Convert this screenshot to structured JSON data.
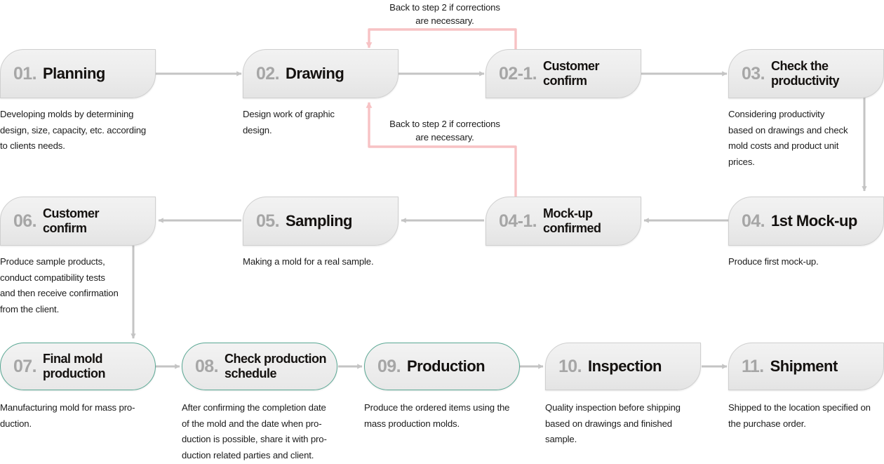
{
  "diagram": {
    "title": "Mold production process flow",
    "colors": {
      "box_fill": "#ededed",
      "box_border": "#cfcfcf",
      "accent_green": "#5aa894",
      "loop_pink": "#f7c2c4",
      "arrow_gray": "#c4c4c4",
      "number_gray": "#a6a6a6",
      "text_black": "#14110f"
    }
  },
  "steps": [
    {
      "id": "planning",
      "number": "01.",
      "title": "Planning",
      "highlighted": false,
      "desc": "Developing molds by determining\ndesign, size, capacity, etc. according\nto clients needs."
    },
    {
      "id": "drawing",
      "number": "02.",
      "title": "Drawing",
      "highlighted": false,
      "desc": "Design work of graphic\ndesign."
    },
    {
      "id": "customer-confirm-1",
      "number": "02-1.",
      "title": "Customer\nconfirm",
      "highlighted": false,
      "desc": ""
    },
    {
      "id": "check-productivity",
      "number": "03.",
      "title": "Check the\nproductivity",
      "highlighted": false,
      "desc": "Considering productivity\nbased on drawings and check\nmold costs and product unit\nprices."
    },
    {
      "id": "customer-confirm-2",
      "number": "06.",
      "title": "Customer\nconfirm",
      "highlighted": false,
      "desc": "Produce sample products,\nconduct compatibility tests\nand then receive confirmation\nfrom the client."
    },
    {
      "id": "sampling",
      "number": "05.",
      "title": "Sampling",
      "highlighted": false,
      "desc": "Making a mold for a real sample."
    },
    {
      "id": "mockup-confirmed",
      "number": "04-1.",
      "title": "Mock-up\nconfirmed",
      "highlighted": false,
      "desc": ""
    },
    {
      "id": "first-mockup",
      "number": "04.",
      "title": "1st Mock-up",
      "highlighted": false,
      "desc": "Produce first mock-up."
    },
    {
      "id": "final-mold-production",
      "number": "07.",
      "title": "Final mold\nproduction",
      "highlighted": true,
      "desc": "Manufacturing mold for mass pro-\nduction."
    },
    {
      "id": "check-production-schedule",
      "number": "08.",
      "title": "Check production\nschedule",
      "highlighted": true,
      "desc": "After confirming the completion date\nof the mold and the date when pro-\nduction is possible, share it with pro-\nduction related parties and client."
    },
    {
      "id": "production",
      "number": "09.",
      "title": "Production",
      "highlighted": true,
      "desc": "Produce the ordered items using the\nmass production molds."
    },
    {
      "id": "inspection",
      "number": "10.",
      "title": "Inspection",
      "highlighted": false,
      "desc": "Quality inspection before shipping\nbased on drawings and finished\nsample."
    },
    {
      "id": "shipment",
      "number": "11.",
      "title": "Shipment",
      "highlighted": false,
      "desc": "Shipped to the location specified on\nthe purchase order."
    }
  ],
  "loop_notes": [
    {
      "id": "loop-note-top",
      "text": "Back to step 2 if corrections\nare necessary."
    },
    {
      "id": "loop-note-middle",
      "text": "Back to step 2 if corrections\nare necessary."
    }
  ]
}
